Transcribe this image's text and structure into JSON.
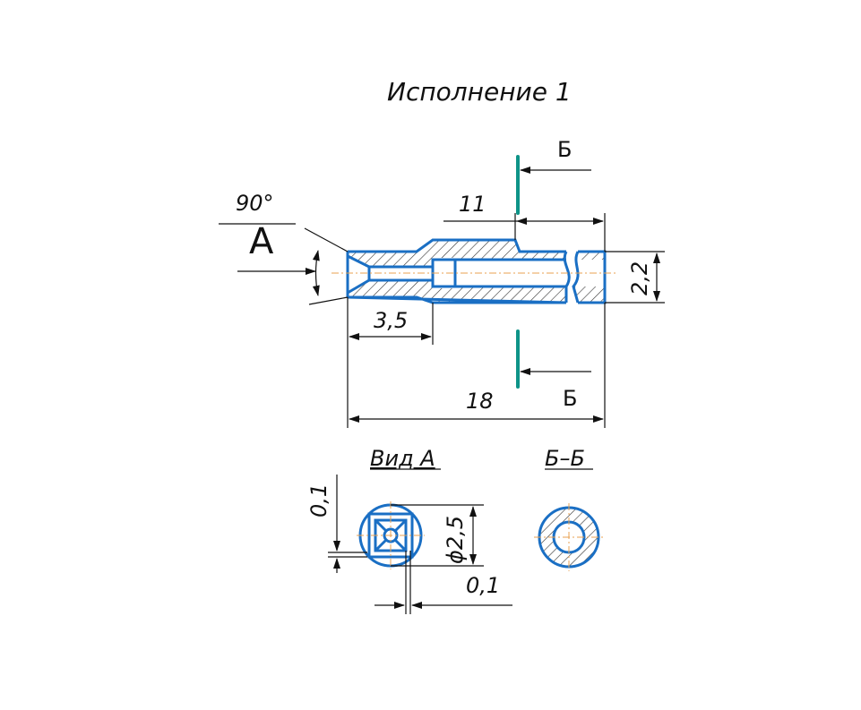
{
  "title": "Исполнение 1",
  "angle_label": "90°",
  "view_letter": "А",
  "section_letter_top": "Б",
  "section_letter_bottom": "Б",
  "dims": {
    "d11": "11",
    "d3_5": "3,5",
    "d18": "18",
    "d2_2": "2,2",
    "d0_1_vertical": "0,1",
    "d0_1_horizontal": "0,1",
    "d_diam": "ϕ2,5"
  },
  "view_a_label": "Вид А",
  "section_label": "Б–Б",
  "colors": {
    "outline": "#1a6fc4",
    "cut_line": "#0e9488",
    "axis": "#e8a050"
  }
}
